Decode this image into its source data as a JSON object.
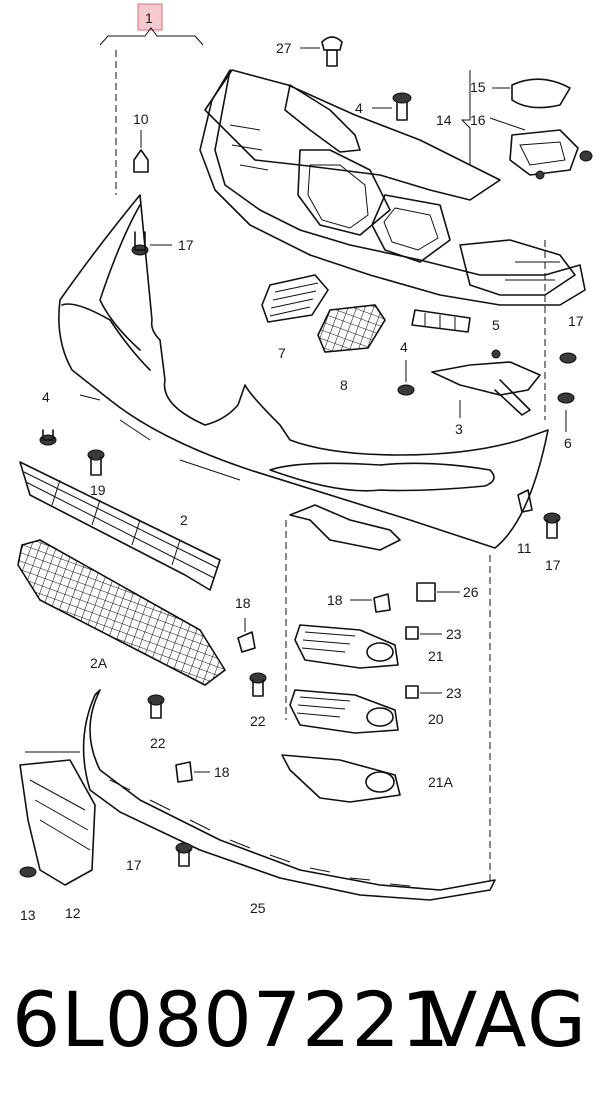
{
  "diagram": {
    "callouts": {
      "c1": "1",
      "c27": "27",
      "c4a": "4",
      "c10": "10",
      "c17a": "17",
      "c15": "15",
      "c14": "14",
      "c16": "16",
      "c7": "7",
      "c8": "8",
      "c5": "5",
      "c17b": "17",
      "c4b": "4",
      "c3": "3",
      "c6": "6",
      "c4c": "4",
      "c19": "19",
      "c2": "2",
      "c11": "11",
      "c17c": "17",
      "c2A": "2A",
      "c18a": "18",
      "c18b": "18",
      "c26": "26",
      "c23a": "23",
      "c21": "21",
      "c22a": "22",
      "c22b": "22",
      "c23b": "23",
      "c20": "20",
      "c18c": "18",
      "c21A": "21A",
      "c17d": "17",
      "c25": "25",
      "c13": "13",
      "c12": "12"
    }
  },
  "footer": {
    "part_number": "6L0807221",
    "brand": "VAG"
  }
}
